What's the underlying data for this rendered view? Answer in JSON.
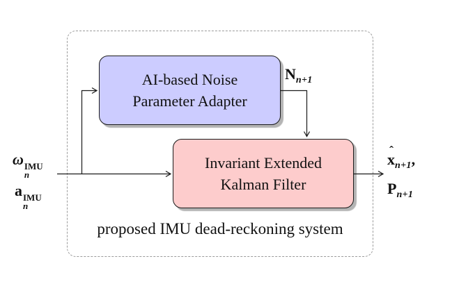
{
  "diagram": {
    "caption": "proposed IMU dead-reckoning system",
    "blocks": {
      "adapter": {
        "label_line1": "AI-based Noise",
        "label_line2": "Parameter Adapter"
      },
      "kalman": {
        "label_line1": "Invariant Extended",
        "label_line2": "Kalman Filter"
      }
    },
    "labels": {
      "input_omega": {
        "base": "ω",
        "sub": "n",
        "sup": "IMU"
      },
      "input_accel": {
        "base": "a",
        "sub": "n",
        "sup": "IMU"
      },
      "noise_params": {
        "base": "N",
        "sub": "n+1"
      },
      "output_state": {
        "hat": "ˆ",
        "base": "x",
        "sub": "n+1",
        "suffix": ","
      },
      "output_cov": {
        "base": "P",
        "sub": "n+1"
      }
    },
    "colors": {
      "adapter_fill": "#ccccff",
      "kalman_fill": "#fdcccc",
      "box_border": "#1a1a1a",
      "wire": "#1a1a1a",
      "dashed_border": "#9b9b9b",
      "shadow": "#b4b4b4",
      "background": "#ffffff"
    }
  }
}
